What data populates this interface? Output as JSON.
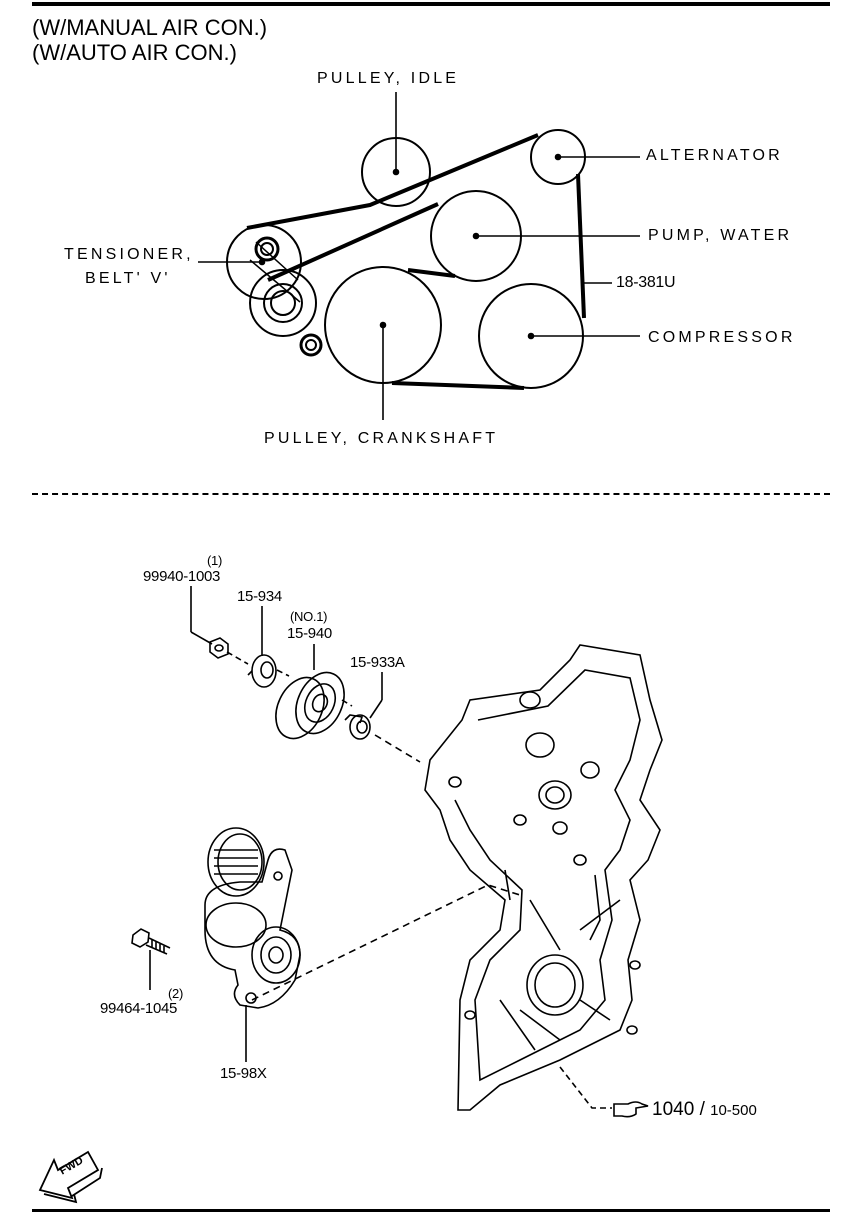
{
  "header": {
    "variant_manual": "(W/MANUAL AIR CON.)",
    "variant_auto": "(W/AUTO AIR CON.)"
  },
  "belt_layout": {
    "idle_pulley": "PULLEY, IDLE",
    "alternator": "ALTERNATOR",
    "water_pump": "PUMP, WATER",
    "tensioner_line1": "TENSIONER,",
    "tensioner_line2": "BELT' V'",
    "belt_part": "18-381U",
    "compressor": "COMPRESSOR",
    "crankshaft_pulley": "PULLEY, CRANKSHAFT"
  },
  "parts": {
    "nut_qty": "(1)",
    "nut_part": "99940-1003",
    "cover_part": "15-934",
    "idler_note": "(NO.1)",
    "idler_part": "15-940",
    "bush_part": "15-933A",
    "bolt_qty": "(2)",
    "bolt_part": "99464-1045",
    "tensioner_part": "15-98X",
    "ref_main": "1040",
    "ref_sep": "/",
    "ref_sub": "10-500",
    "fwd": "FWD"
  },
  "icons": [
    "pointing-hand-icon",
    "fwd-arrow-icon"
  ]
}
